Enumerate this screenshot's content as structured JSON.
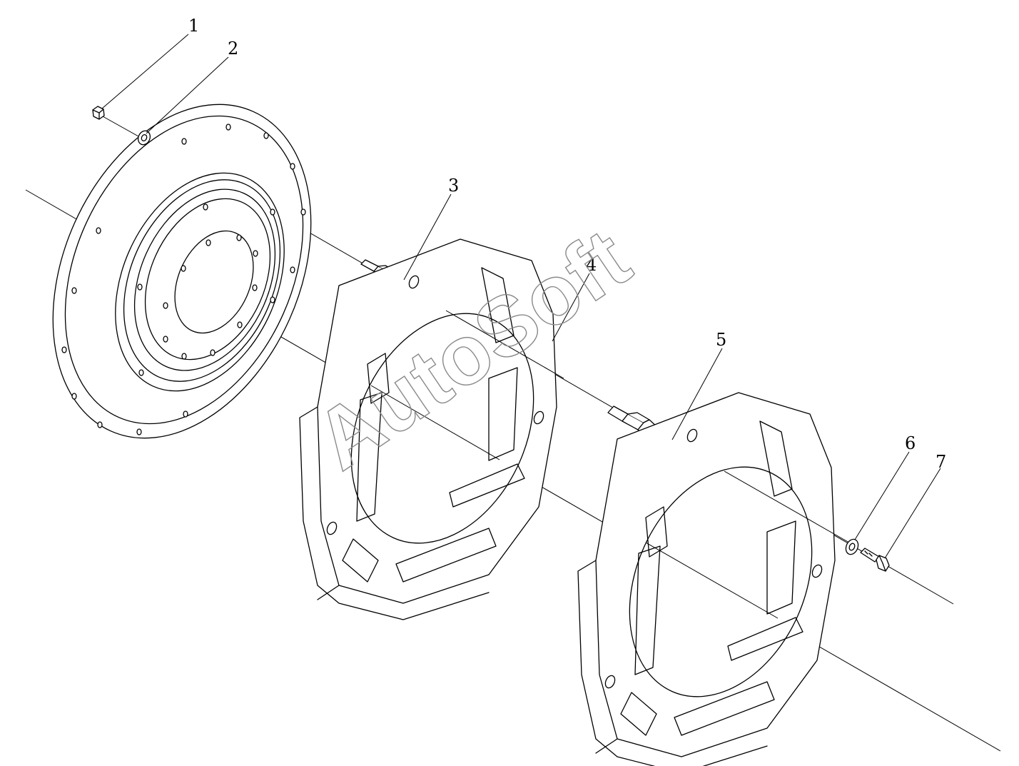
{
  "diagram": {
    "callouts": [
      {
        "id": "1",
        "label": "1"
      },
      {
        "id": "2",
        "label": "2"
      },
      {
        "id": "3",
        "label": "3"
      },
      {
        "id": "4",
        "label": "4"
      },
      {
        "id": "5",
        "label": "5"
      },
      {
        "id": "6",
        "label": "6"
      },
      {
        "id": "7",
        "label": "7"
      }
    ]
  },
  "watermark": {
    "text": "AutoSoft"
  }
}
